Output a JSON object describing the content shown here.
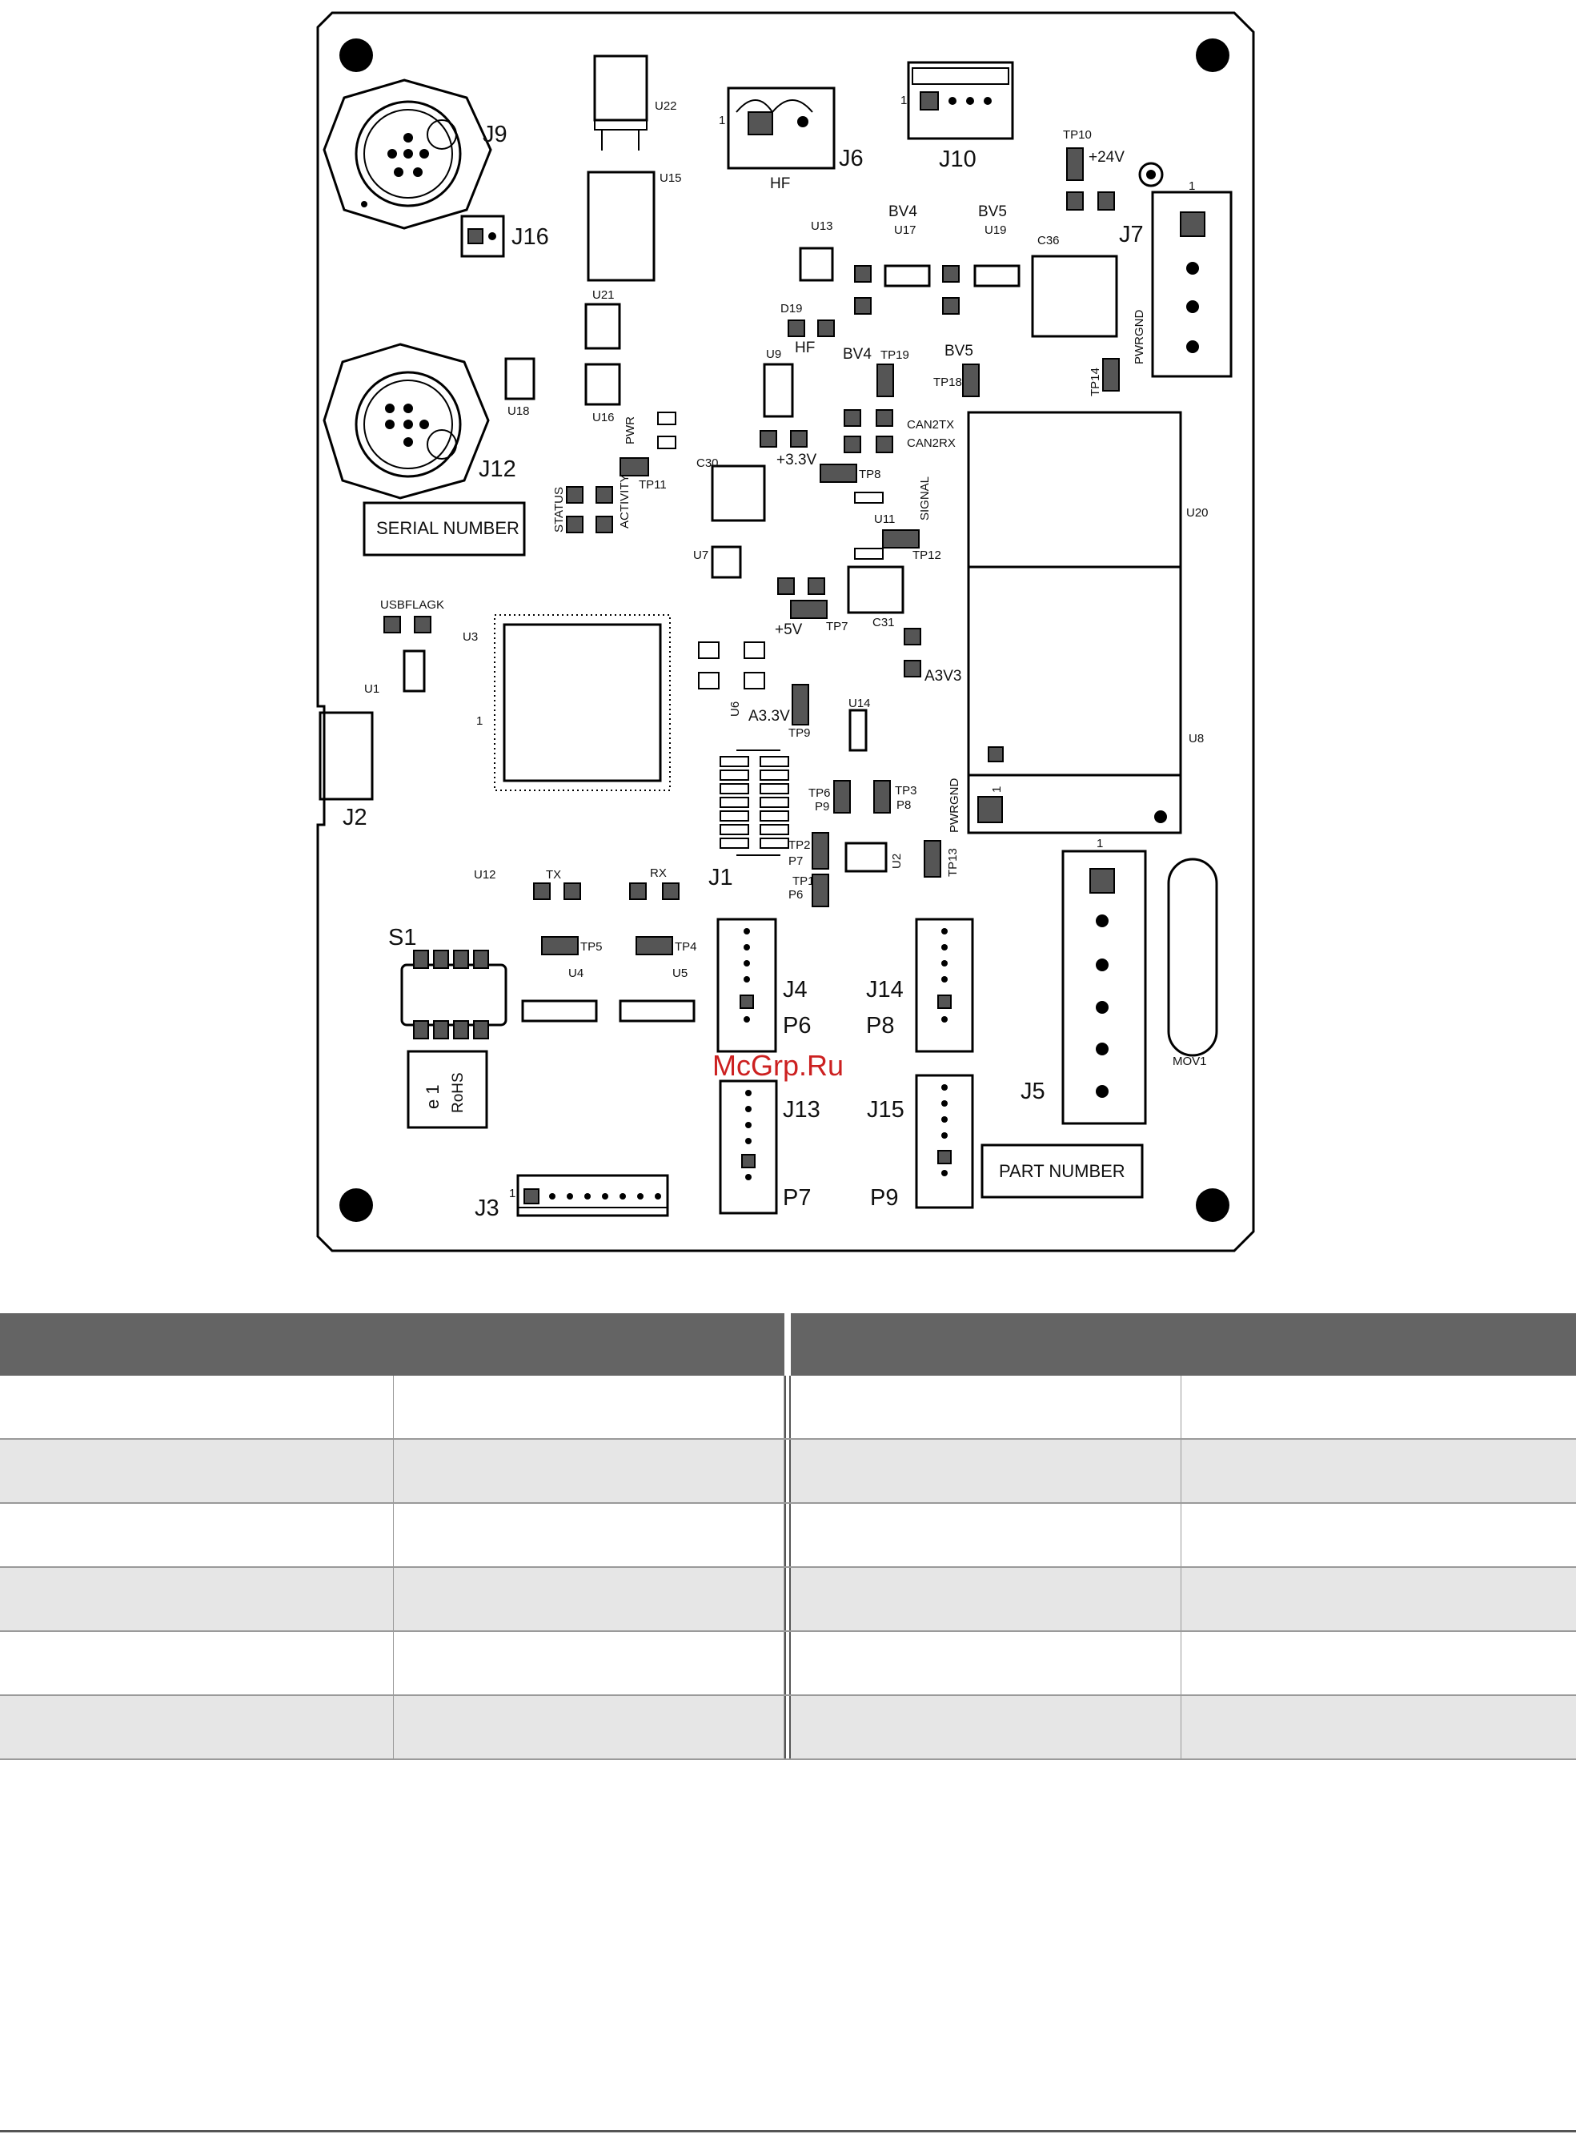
{
  "watermark": "McGrp.Ru",
  "board": {
    "connectors": {
      "J9": "J9",
      "J12": "J12",
      "J16": "J16",
      "J2": "J2",
      "J6": "J6",
      "J10": "J10",
      "J7": "J7",
      "J1": "J1",
      "J4": "J4",
      "J14": "J14",
      "J13": "J13",
      "J15": "J15",
      "J5": "J5",
      "J3": "J3",
      "S1": "S1"
    },
    "ports": {
      "P6": "P6",
      "P7": "P7",
      "P8": "P8",
      "P9": "P9"
    },
    "boxes": {
      "serial": "SERIAL NUMBER",
      "part": "PART NUMBER"
    },
    "rohs": {
      "e1": "e 1",
      "rohs": "RoHS"
    },
    "labels": {
      "u22": "U22",
      "u15": "U15",
      "u21": "U21",
      "u16": "U16",
      "u18": "U18",
      "u13": "U13",
      "u17": "U17",
      "u19": "U19",
      "u9": "U9",
      "u20": "U20",
      "u8": "U8",
      "u11": "U11",
      "u7": "U7",
      "u3": "U3",
      "u1": "U1",
      "u6": "U6",
      "u14": "U14",
      "u2": "U2",
      "u12": "U12",
      "u4": "U4",
      "u5": "U5",
      "c36": "C36",
      "c30": "C30",
      "c31": "C31",
      "hf1": "HF",
      "hf2": "HF",
      "d19": "D19",
      "bv4a": "BV4",
      "bv5a": "BV5",
      "bv4b": "BV4",
      "bv5b": "BV5",
      "tp10": "TP10",
      "p24v": "+24V",
      "tp19": "TP19",
      "tp18": "TP18",
      "tp14": "TP14",
      "pwrgnd1": "PWRGND",
      "pwrgnd2": "PWRGND",
      "can2tx": "CAN2TX",
      "can2rx": "CAN2RX",
      "p33v": "+3.3V",
      "tp8": "TP8",
      "signal": "SIGNAL",
      "tp12": "TP12",
      "tp11": "TP11",
      "pwr": "PWR",
      "status": "STATUS",
      "activity": "ACTIVITY",
      "usbflagk": "USBFLAGK",
      "p5v": "+5V",
      "tp7": "TP7",
      "a3v3": "A3V3",
      "a33v": "A3.3V",
      "tp9": "TP9",
      "tp6": "TP6",
      "p9s": "P9",
      "tp3": "TP3",
      "p8s": "P8",
      "tp2": "TP2",
      "p7s": "P7",
      "tp1": "TP1",
      "p6s": "P6",
      "tp13": "TP13",
      "tx": "TX",
      "rx": "RX",
      "tp5": "TP5",
      "tp4": "TP4",
      "mov1": "MOV1",
      "one": "1"
    }
  }
}
